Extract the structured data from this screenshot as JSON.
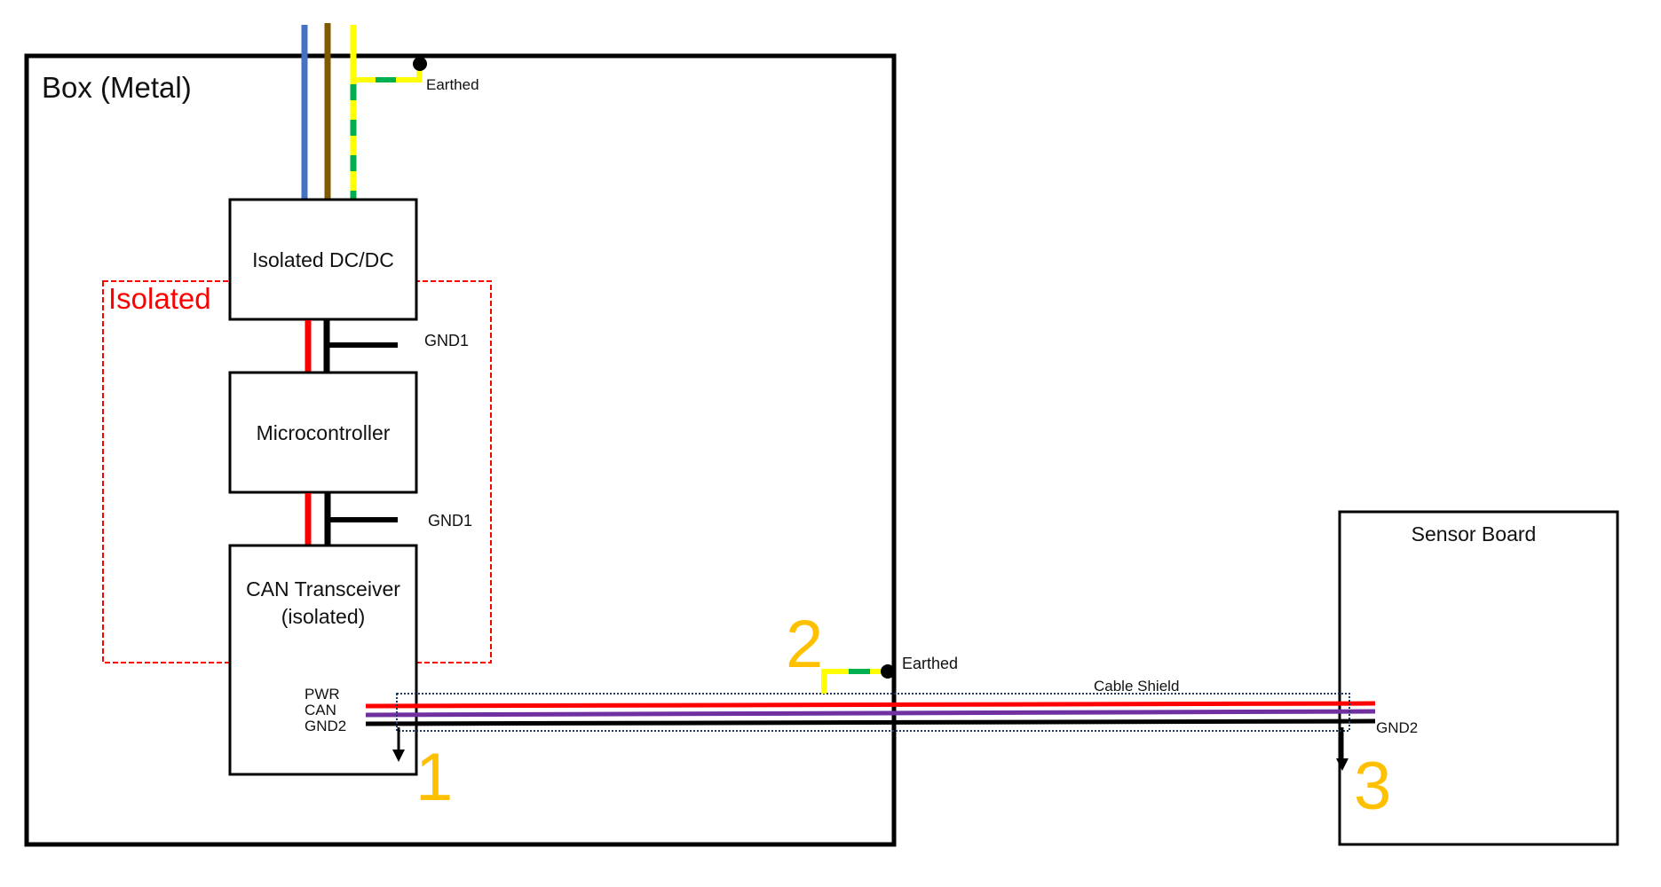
{
  "box": {
    "title": "Box (Metal)"
  },
  "isolated_region": {
    "label": "Isolated"
  },
  "blocks": {
    "dcdc": {
      "label": "Isolated DC/DC"
    },
    "mcu": {
      "label": "Microcontroller"
    },
    "can": {
      "line1": "CAN Transceiver",
      "line2": "(isolated)"
    },
    "sensor": {
      "label": "Sensor Board"
    }
  },
  "labels": {
    "earthed_top": "Earthed",
    "earthed_mid": "Earthed",
    "gnd1_upper": "GND1",
    "gnd1_lower": "GND1",
    "cable_shield": "Cable Shield",
    "pwr": "PWR",
    "can": "CAN",
    "gnd2_left": "GND2",
    "gnd2_right": "GND2"
  },
  "markers": {
    "m1": "1",
    "m2": "2",
    "m3": "3"
  },
  "colors": {
    "frame": "#000000",
    "isolated_border": "#ff0000",
    "wire_blue": "#4472c4",
    "wire_brown": "#7f5a00",
    "wire_yellow": "#ffff00",
    "wire_green": "#00b050",
    "wire_red": "#ff0000",
    "wire_purple": "#7030a0",
    "wire_ground": "#000000",
    "shield": "#1f3864",
    "marker": "#ffc000"
  }
}
